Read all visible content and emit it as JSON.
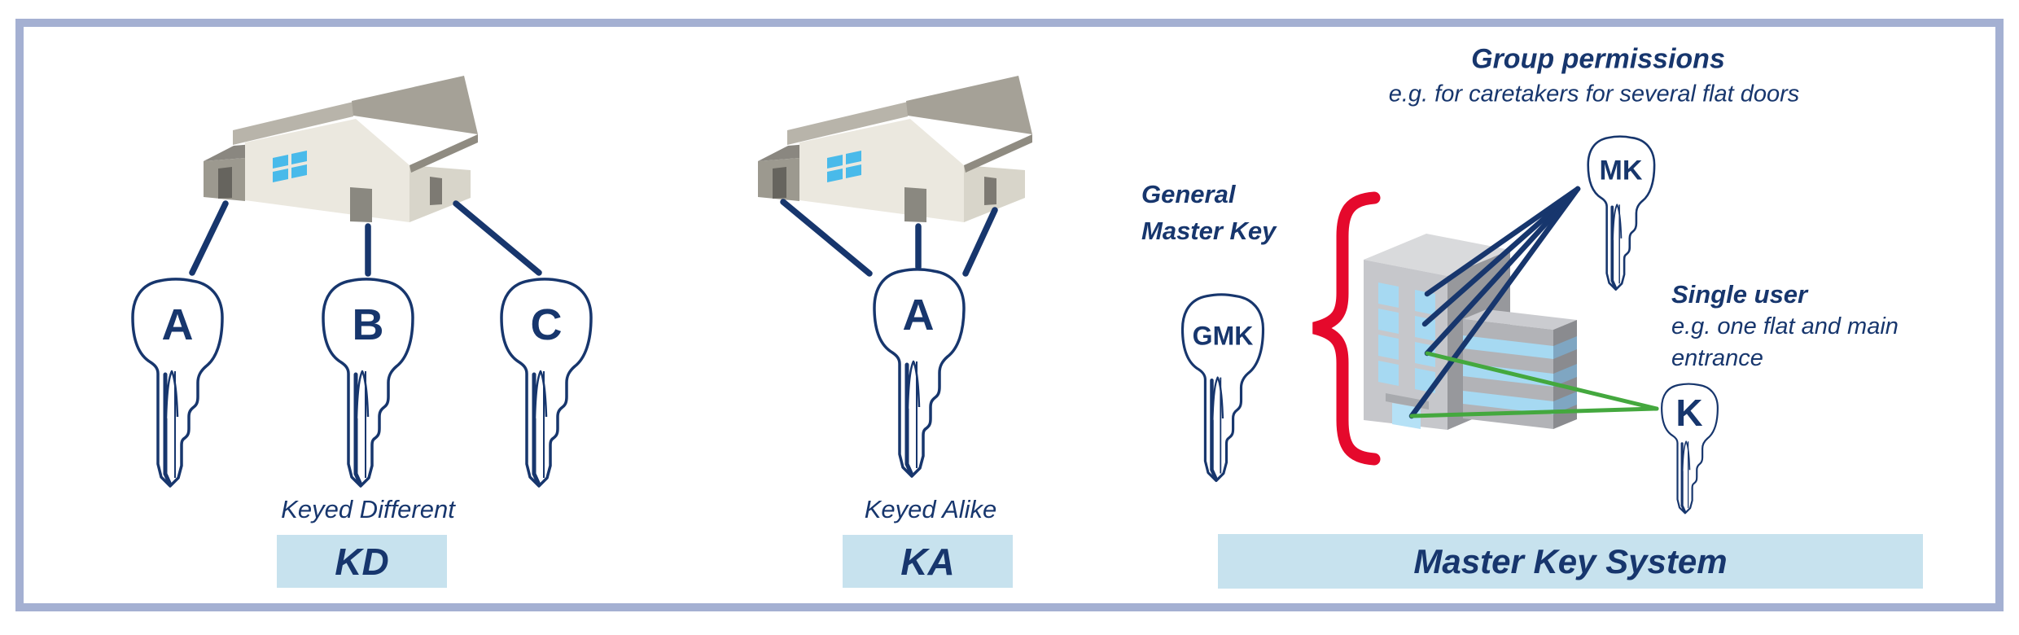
{
  "panel": {
    "kd": {
      "caption": "Keyed Different",
      "abbr": "KD",
      "keys": [
        "A",
        "B",
        "C"
      ]
    },
    "ka": {
      "caption": "Keyed Alike",
      "abbr": "KA",
      "key": "A"
    },
    "mks": {
      "banner": "Master Key System",
      "group_title": "Group permissions",
      "group_subtitle": "e.g. for caretakers for several flat doors",
      "general_line1": "General",
      "general_line2": "Master Key",
      "single_title": "Single user",
      "single_line1": "e.g. one flat and main",
      "single_line2": "entrance",
      "keys": {
        "general_master_key": "GMK",
        "master_key": "MK",
        "single_key": "K"
      }
    }
  },
  "colors": {
    "navy": "#17366d",
    "red": "#e5092c",
    "green": "#44a83e",
    "panel_blue": "#c7e2ee",
    "border_lavender": "#a4b0d2",
    "house_window_blue": "#49baea",
    "building_window_blue": "#a6d9f2"
  }
}
